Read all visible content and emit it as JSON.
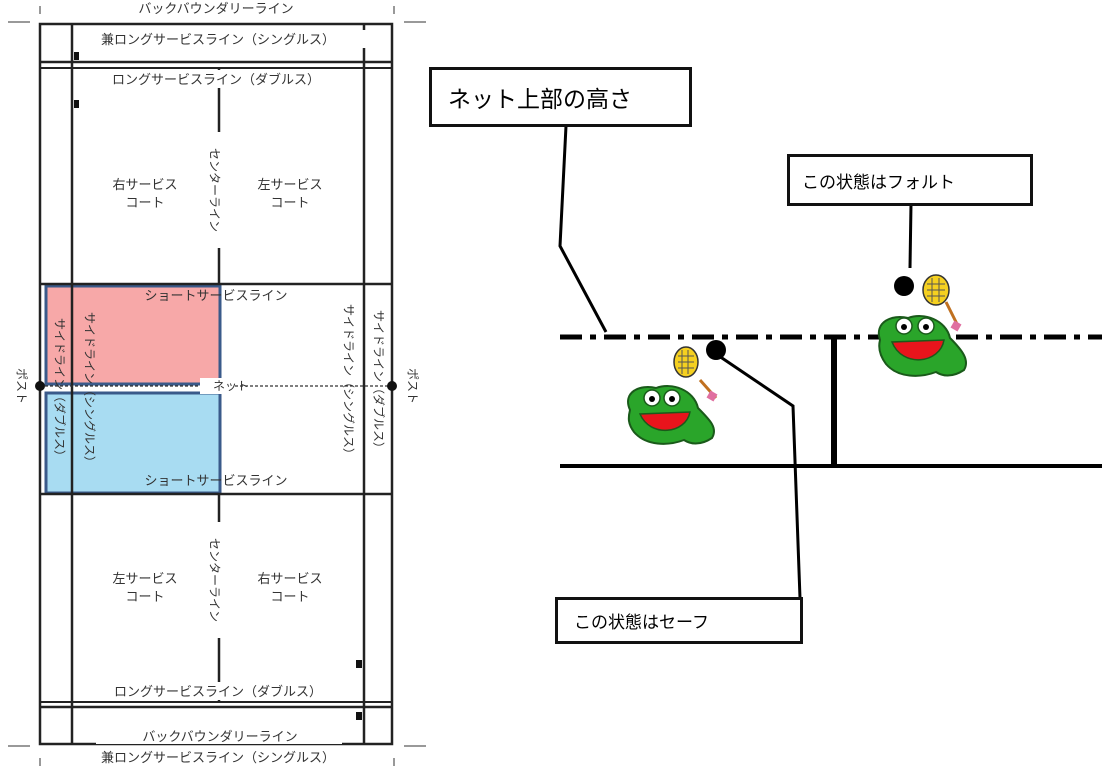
{
  "court": {
    "back_boundary_top": "バックバウンダリーライン",
    "long_service_singles_top": "兼ロングサービスライン（シングルス）",
    "long_service_doubles_top": "ロングサービスライン（ダブルス）",
    "right_service_court_top": "右サービス\nコート",
    "left_service_court_top": "左サービス\nコート",
    "center_line_top": "センターライン",
    "short_service_top": "ショートサービスライン",
    "net": "ネット",
    "short_service_bottom": "ショートサービスライン",
    "left_service_court_bottom": "左サービス\nコート",
    "right_service_court_bottom": "右サービス\nコート",
    "center_line_bottom": "センターライン",
    "long_service_doubles_bottom": "ロングサービスライン（ダブルス）",
    "back_boundary_bottom": "バックバウンダリーライン",
    "long_service_singles_bottom": "兼ロングサービスライン（シングルス）",
    "sideline_doubles": "サイドライン（ダブルス）",
    "sideline_singles": "サイドライン（シングルス）",
    "post": "ポスト",
    "highlight_colors": {
      "red": "#f7a8a8",
      "blue": "#a8dcf2",
      "border": "#3a5a8a"
    }
  },
  "illustration": {
    "net_height_label": "ネット上部の高さ",
    "fault_label": "この状態はフォルト",
    "safe_label": "この状態はセーフ",
    "colors": {
      "frog": "#2aa52a",
      "mouth": "#e8141c",
      "racket": "#f5d020"
    }
  }
}
